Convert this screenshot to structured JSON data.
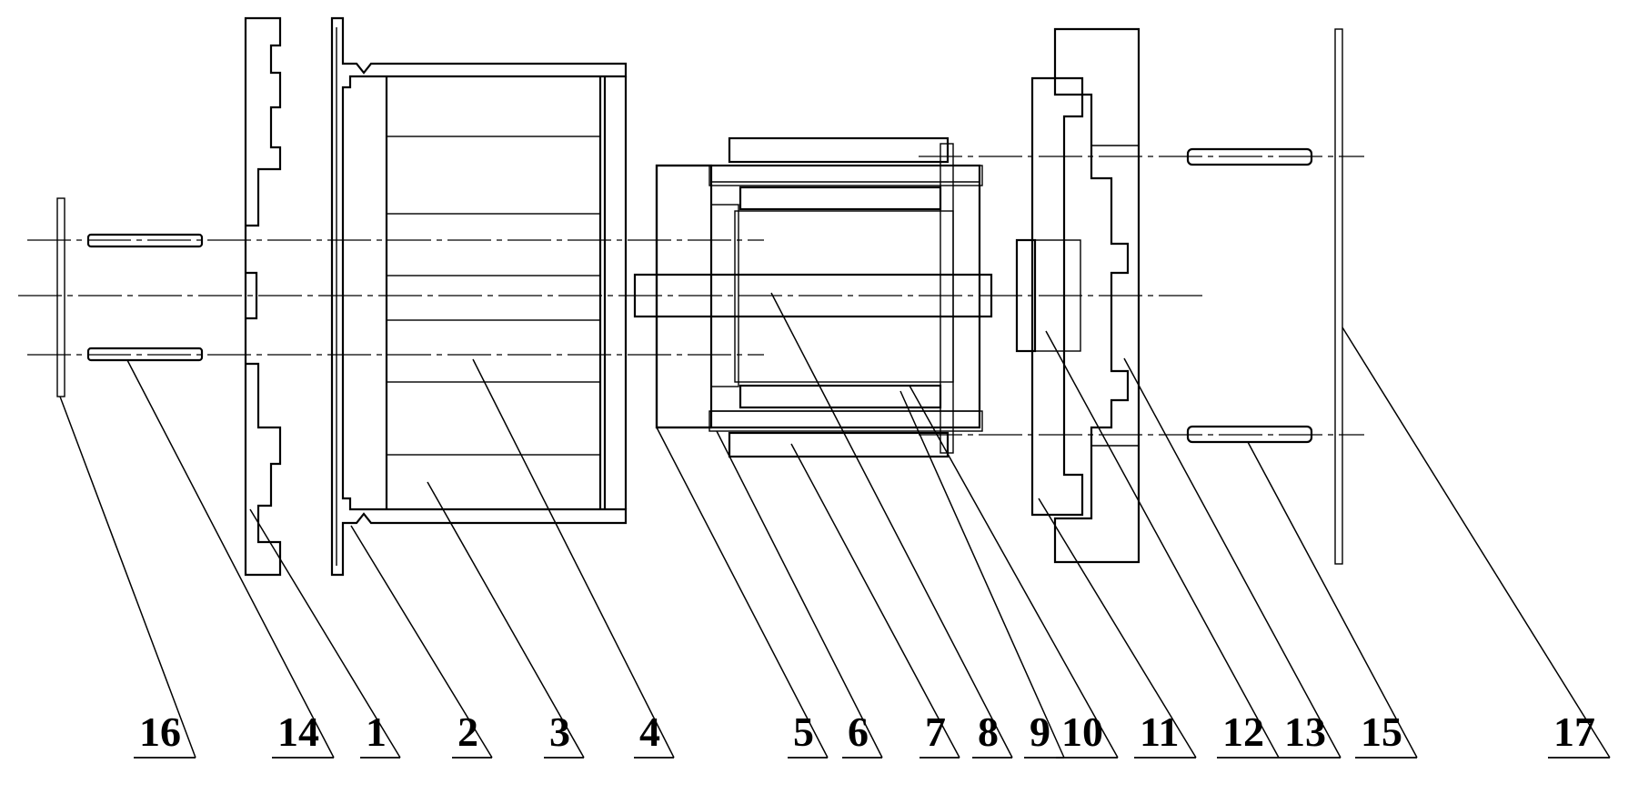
{
  "colors": {
    "outline": "#000000",
    "hatch_red": "#e8343a",
    "hatch_yellow": "#c9d94a",
    "hatch_green": "#3faa7a",
    "hatch_dark": "#1a1a1a"
  },
  "part_labels": [
    "16",
    "14",
    "1",
    "2",
    "3",
    "4",
    "5",
    "6",
    "7",
    "8",
    "9",
    "10",
    "11",
    "12",
    "13",
    "15",
    "17"
  ]
}
